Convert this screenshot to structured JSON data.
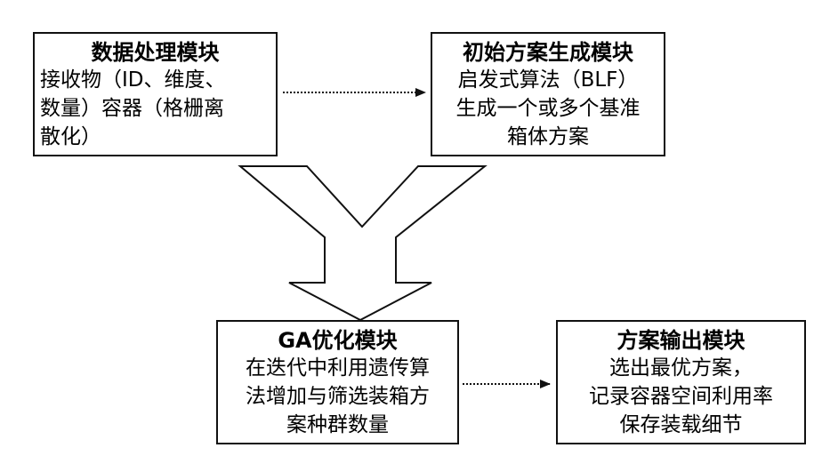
{
  "modules": {
    "data_processing": {
      "title": "数据处理模块",
      "lines": [
        "接收物（ID、维度、",
        "数量）容器（格栅离",
        "散化）"
      ]
    },
    "initial_scheme": {
      "title": "初始方案生成模块",
      "lines": [
        "启发式算法（BLF）",
        "生成一个或多个基准",
        "箱体方案"
      ]
    },
    "ga_optimization": {
      "title": "GA优化模块",
      "lines": [
        "在迭代中利用遗传算",
        "法增加与筛选装箱方",
        "案种群数量"
      ]
    },
    "scheme_output": {
      "title": "方案输出模块",
      "lines": [
        "选出最优方案，",
        "记录容器空间利用率",
        "保存装载细节"
      ]
    }
  }
}
